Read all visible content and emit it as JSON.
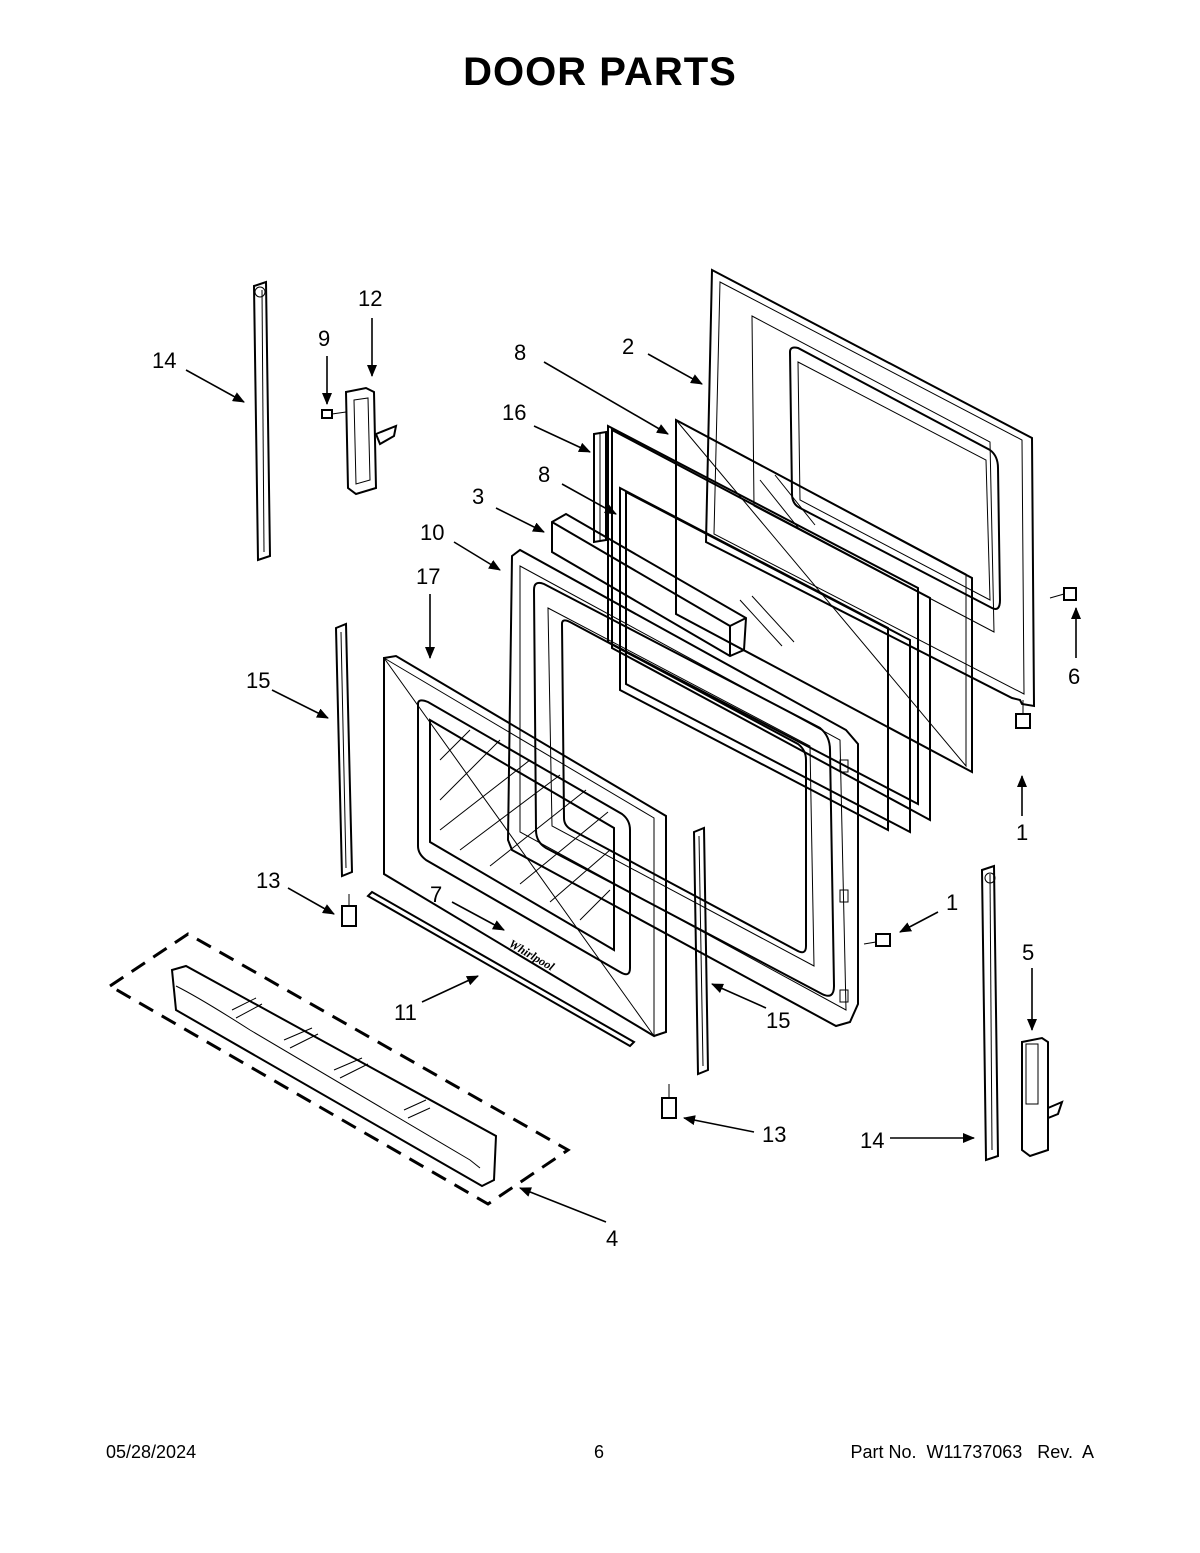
{
  "title": "DOOR PARTS",
  "brand_logo_text": "Whirlpool",
  "callouts": {
    "c14a": "14",
    "c12": "12",
    "c9": "9",
    "c8a": "8",
    "c2": "2",
    "c16": "16",
    "c8b": "8",
    "c3": "3",
    "c10": "10",
    "c17": "17",
    "c15a": "15",
    "c6": "6",
    "c1a": "1",
    "c13a": "13",
    "c7": "7",
    "c1b": "1",
    "c5": "5",
    "c11": "11",
    "c15b": "15",
    "c13b": "13",
    "c14b": "14",
    "c4": "4"
  },
  "footer": {
    "date": "05/28/2024",
    "page": "6",
    "part_no": "Part No.  W11737063   Rev.  A"
  }
}
